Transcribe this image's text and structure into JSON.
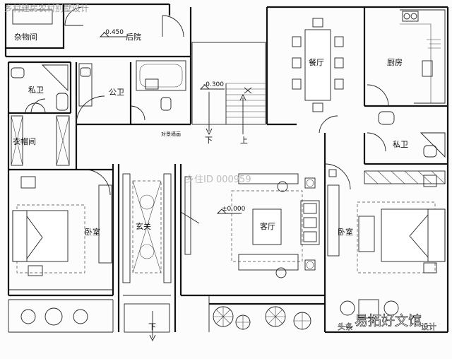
{
  "rooms": {
    "storage": "杂物间",
    "backyard": "后院",
    "private_bath_left": "私卫",
    "public_bath": "公卫",
    "wardrobe": "衣帽间",
    "dining": "餐厅",
    "kitchen": "厨房",
    "private_bath_right": "私卫",
    "bedroom_left": "卧室",
    "foyer": "玄关",
    "living": "客厅",
    "bedroom_right": "卧室"
  },
  "levels": {
    "backyard_level": "-0.450",
    "stair_level": "-0.300",
    "living_level": "±0.000"
  },
  "annotations": {
    "stairs_down": "下",
    "stairs_up": "上",
    "entry_down": "下",
    "tv_wall": "对景墙画"
  },
  "watermarks": {
    "top_left": "乡村建房农村别墅设计",
    "center": "乡住ID 000959",
    "brand_prefix": "头条",
    "brand_main": "易拓好文馆",
    "brand_suffix": "设计"
  }
}
